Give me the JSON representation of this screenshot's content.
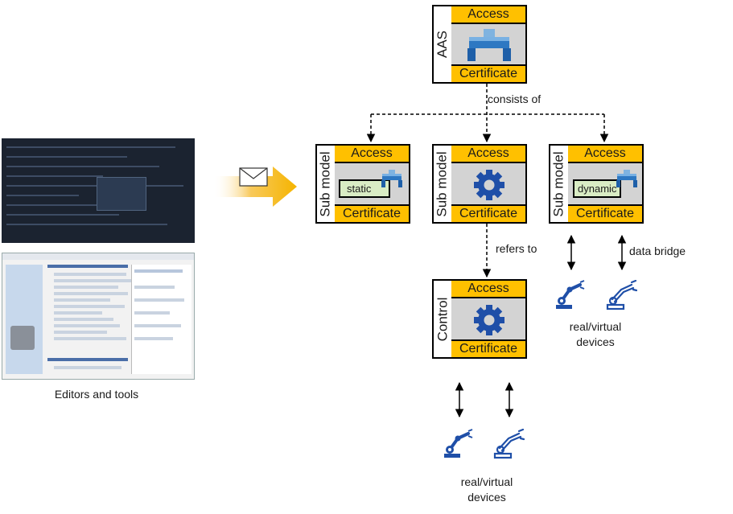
{
  "aas": {
    "label": "AAS",
    "access": "Access",
    "certificate": "Certificate"
  },
  "submodels": [
    {
      "label": "Sub model",
      "access": "Access",
      "certificate": "Certificate",
      "chip": "static"
    },
    {
      "label": "Sub model",
      "access": "Access",
      "certificate": "Certificate"
    },
    {
      "label": "Sub model",
      "access": "Access",
      "certificate": "Certificate",
      "chip": "dynamic"
    }
  ],
  "control": {
    "label": "Control",
    "access": "Access",
    "certificate": "Certificate"
  },
  "edges": {
    "consists_of": "consists of",
    "refers_to": "refers to",
    "data_bridge": "data bridge"
  },
  "devices_caption": {
    "line1": "real/virtual",
    "line2": "devices"
  },
  "tools_caption": "Editors and tools",
  "colors": {
    "accent": "#ffc000",
    "body": "#d3d3d3",
    "gear": "#1f4fa8",
    "chip": "#d9ecc4",
    "arrow_fill": "#f5b400"
  }
}
